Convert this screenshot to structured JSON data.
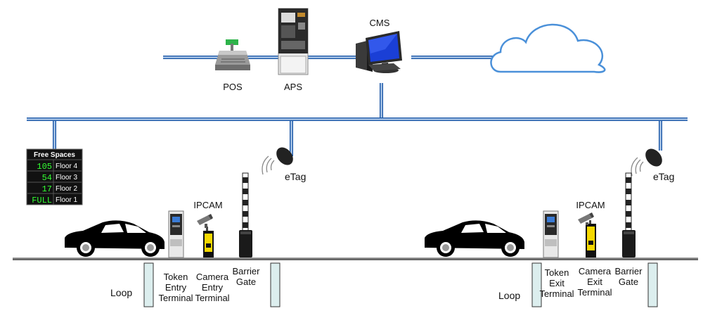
{
  "labels": {
    "cms": "CMS",
    "pos": "POS",
    "aps": "APS",
    "etag_entry": "eTag",
    "etag_exit": "eTag",
    "ipcam_entry": "IPCAM",
    "ipcam_exit": "IPCAM",
    "loop_entry": "Loop",
    "loop_exit": "Loop"
  },
  "entry_lane": {
    "token_terminal": [
      "Token",
      "Entry",
      "Terminal"
    ],
    "camera_terminal": [
      "Camera",
      "Entry",
      "Terminal"
    ],
    "barrier_gate": [
      "Barrier",
      "Gate"
    ]
  },
  "exit_lane": {
    "token_terminal": [
      "Token",
      "Exit",
      "Terminal"
    ],
    "camera_terminal": [
      "Camera",
      "Exit",
      "Terminal"
    ],
    "barrier_gate": [
      "Barrier",
      "Gate"
    ]
  },
  "free_spaces_sign": {
    "title": "Free Spaces",
    "rows": [
      {
        "count": "105",
        "floor": "Floor 4"
      },
      {
        "count": "54",
        "floor": "Floor 3"
      },
      {
        "count": "17",
        "floor": "Floor 2"
      },
      {
        "count": "FULL",
        "floor": "Floor 1"
      }
    ]
  },
  "colors": {
    "network": "#1f5aa8",
    "cloud": "#4a90d9",
    "sign_digits": "#33ff33",
    "terminal_yellow": "#f5d800"
  },
  "icons": [
    "cloud-icon",
    "computer-icon",
    "pos-terminal-icon",
    "kiosk-icon",
    "car-icon",
    "camera-icon",
    "etag-reader-icon"
  ]
}
